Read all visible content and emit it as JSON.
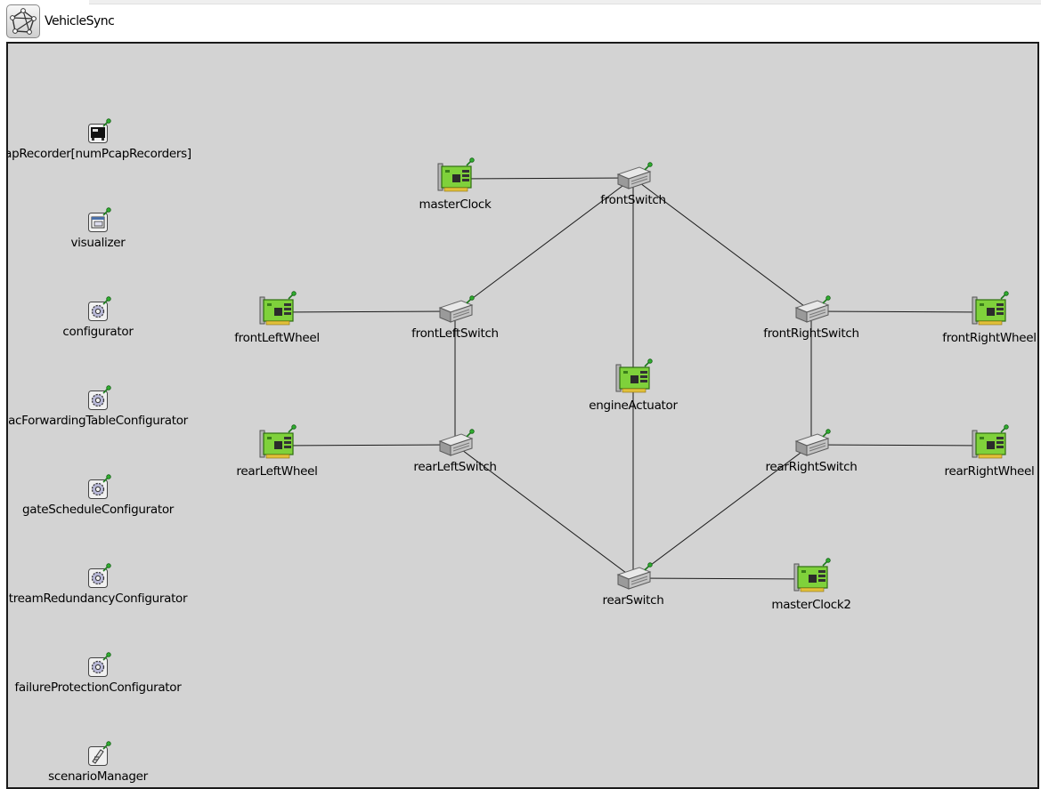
{
  "window": {
    "title": "VehicleSync",
    "app_icon": "network-graph-icon"
  },
  "colors": {
    "canvas_bg": "#d3d3d3",
    "nic_green": "#7fd13b",
    "link": "#1a1a1a"
  },
  "side_modules": [
    {
      "id": "pcapRecorder",
      "label": "apRecorder[numPcapRecorders]",
      "icon": "recorder-icon"
    },
    {
      "id": "visualizer",
      "label": "visualizer",
      "icon": "window-icon"
    },
    {
      "id": "configurator",
      "label": "configurator",
      "icon": "gear-icon"
    },
    {
      "id": "macForwardingTableConfigurator",
      "label": "acForwardingTableConfigurator",
      "icon": "gear-icon"
    },
    {
      "id": "gateScheduleConfigurator",
      "label": "gateScheduleConfigurator",
      "icon": "gear-icon"
    },
    {
      "id": "streamRedundancyConfigurator",
      "label": "treamRedundancyConfigurator",
      "icon": "gear-icon"
    },
    {
      "id": "failureProtectionConfigurator",
      "label": "failureProtectionConfigurator",
      "icon": "gear-icon"
    },
    {
      "id": "scenarioManager",
      "label": "scenarioManager",
      "icon": "script-icon"
    }
  ],
  "network": {
    "nodes": [
      {
        "id": "masterClock",
        "label": "masterClock",
        "type": "device"
      },
      {
        "id": "frontSwitch",
        "label": "frontSwitch",
        "type": "switch"
      },
      {
        "id": "frontLeftWheel",
        "label": "frontLeftWheel",
        "type": "device"
      },
      {
        "id": "frontLeftSwitch",
        "label": "frontLeftSwitch",
        "type": "switch"
      },
      {
        "id": "engineActuator",
        "label": "engineActuator",
        "type": "device"
      },
      {
        "id": "frontRightSwitch",
        "label": "frontRightSwitch",
        "type": "switch"
      },
      {
        "id": "frontRightWheel",
        "label": "frontRightWheel",
        "type": "device"
      },
      {
        "id": "rearLeftWheel",
        "label": "rearLeftWheel",
        "type": "device"
      },
      {
        "id": "rearLeftSwitch",
        "label": "rearLeftSwitch",
        "type": "switch"
      },
      {
        "id": "rearRightSwitch",
        "label": "rearRightSwitch",
        "type": "switch"
      },
      {
        "id": "rearRightWheel",
        "label": "rearRightWheel",
        "type": "device"
      },
      {
        "id": "rearSwitch",
        "label": "rearSwitch",
        "type": "switch"
      },
      {
        "id": "masterClock2",
        "label": "masterClock2",
        "type": "device"
      }
    ],
    "links": [
      [
        "masterClock",
        "frontSwitch"
      ],
      [
        "frontSwitch",
        "frontLeftSwitch"
      ],
      [
        "frontSwitch",
        "frontRightSwitch"
      ],
      [
        "frontSwitch",
        "engineActuator"
      ],
      [
        "frontLeftWheel",
        "frontLeftSwitch"
      ],
      [
        "frontRightSwitch",
        "frontRightWheel"
      ],
      [
        "frontLeftSwitch",
        "rearLeftSwitch"
      ],
      [
        "frontRightSwitch",
        "rearRightSwitch"
      ],
      [
        "rearLeftWheel",
        "rearLeftSwitch"
      ],
      [
        "rearRightSwitch",
        "rearRightWheel"
      ],
      [
        "rearLeftSwitch",
        "rearSwitch"
      ],
      [
        "rearRightSwitch",
        "rearSwitch"
      ],
      [
        "engineActuator",
        "rearSwitch"
      ],
      [
        "rearSwitch",
        "masterClock2"
      ]
    ]
  }
}
